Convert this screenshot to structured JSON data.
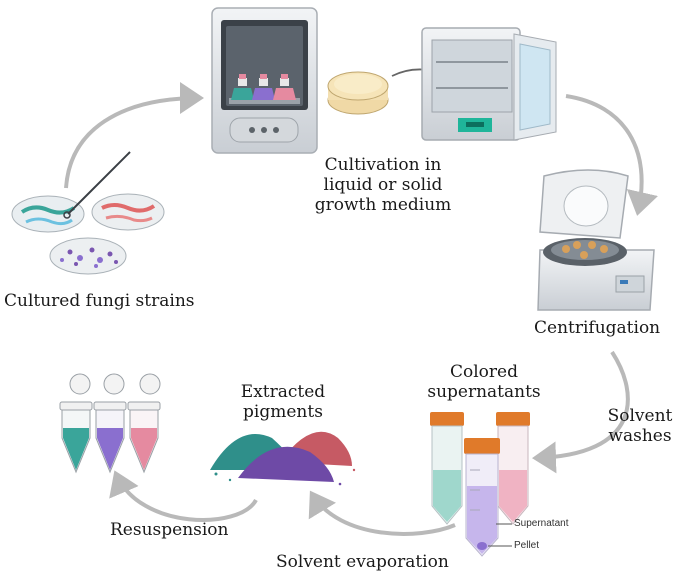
{
  "labels": {
    "cultivation": [
      "Cultivation in",
      "liquid or solid",
      "growth medium"
    ],
    "cultured": "Cultured fungi strains",
    "centrifugation": "Centrifugation",
    "solvent_washes": [
      "Solvent",
      "washes"
    ],
    "colored": [
      "Colored",
      "supernatants"
    ],
    "extracted": [
      "Extracted",
      "pigments"
    ],
    "resuspension": "Resuspension",
    "evaporation": "Solvent evaporation",
    "supernatant": "Supernatant",
    "pellet": "Pellet"
  },
  "colors": {
    "arrow": "#b9b9b9",
    "teal": "#3aa59a",
    "purple": "#8a6fcf",
    "pink": "#e58aa0",
    "tube_cap": "#e07a2a",
    "incubator_green": "#1fb59a"
  }
}
